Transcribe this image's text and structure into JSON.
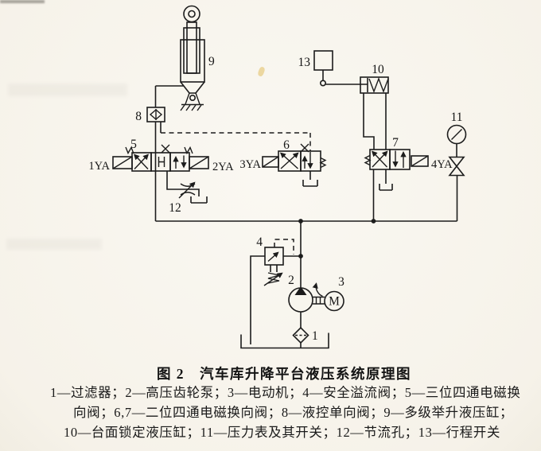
{
  "figure": {
    "caption": "图 2　汽车库升降平台液压系统原理图",
    "legend_lines": [
      "1—过滤器；2—高压齿轮泵；3—电动机；4—安全溢流阀；5—三位四通电磁换",
      "向阀；6,7—二位四通电磁换向阀；8—液控单向阀；9—多级举升液压缸；",
      "10—台面锁定液压缸；11—压力表及其开关；12—节流孔；13—行程开关"
    ]
  },
  "diagram": {
    "labels": {
      "l1": "1",
      "l2": "2",
      "l3": "3",
      "l4": "4",
      "l5": "5",
      "l6": "6",
      "l7": "7",
      "l8": "8",
      "l9": "9",
      "l10": "10",
      "l11": "11",
      "l12": "12",
      "l13": "13",
      "ya1": "1YA",
      "ya2": "2YA",
      "ya3": "3YA",
      "ya4": "4YA",
      "motor": "M"
    },
    "line_color": "#1c1c1c",
    "paper_color": "#f8f5ee"
  }
}
